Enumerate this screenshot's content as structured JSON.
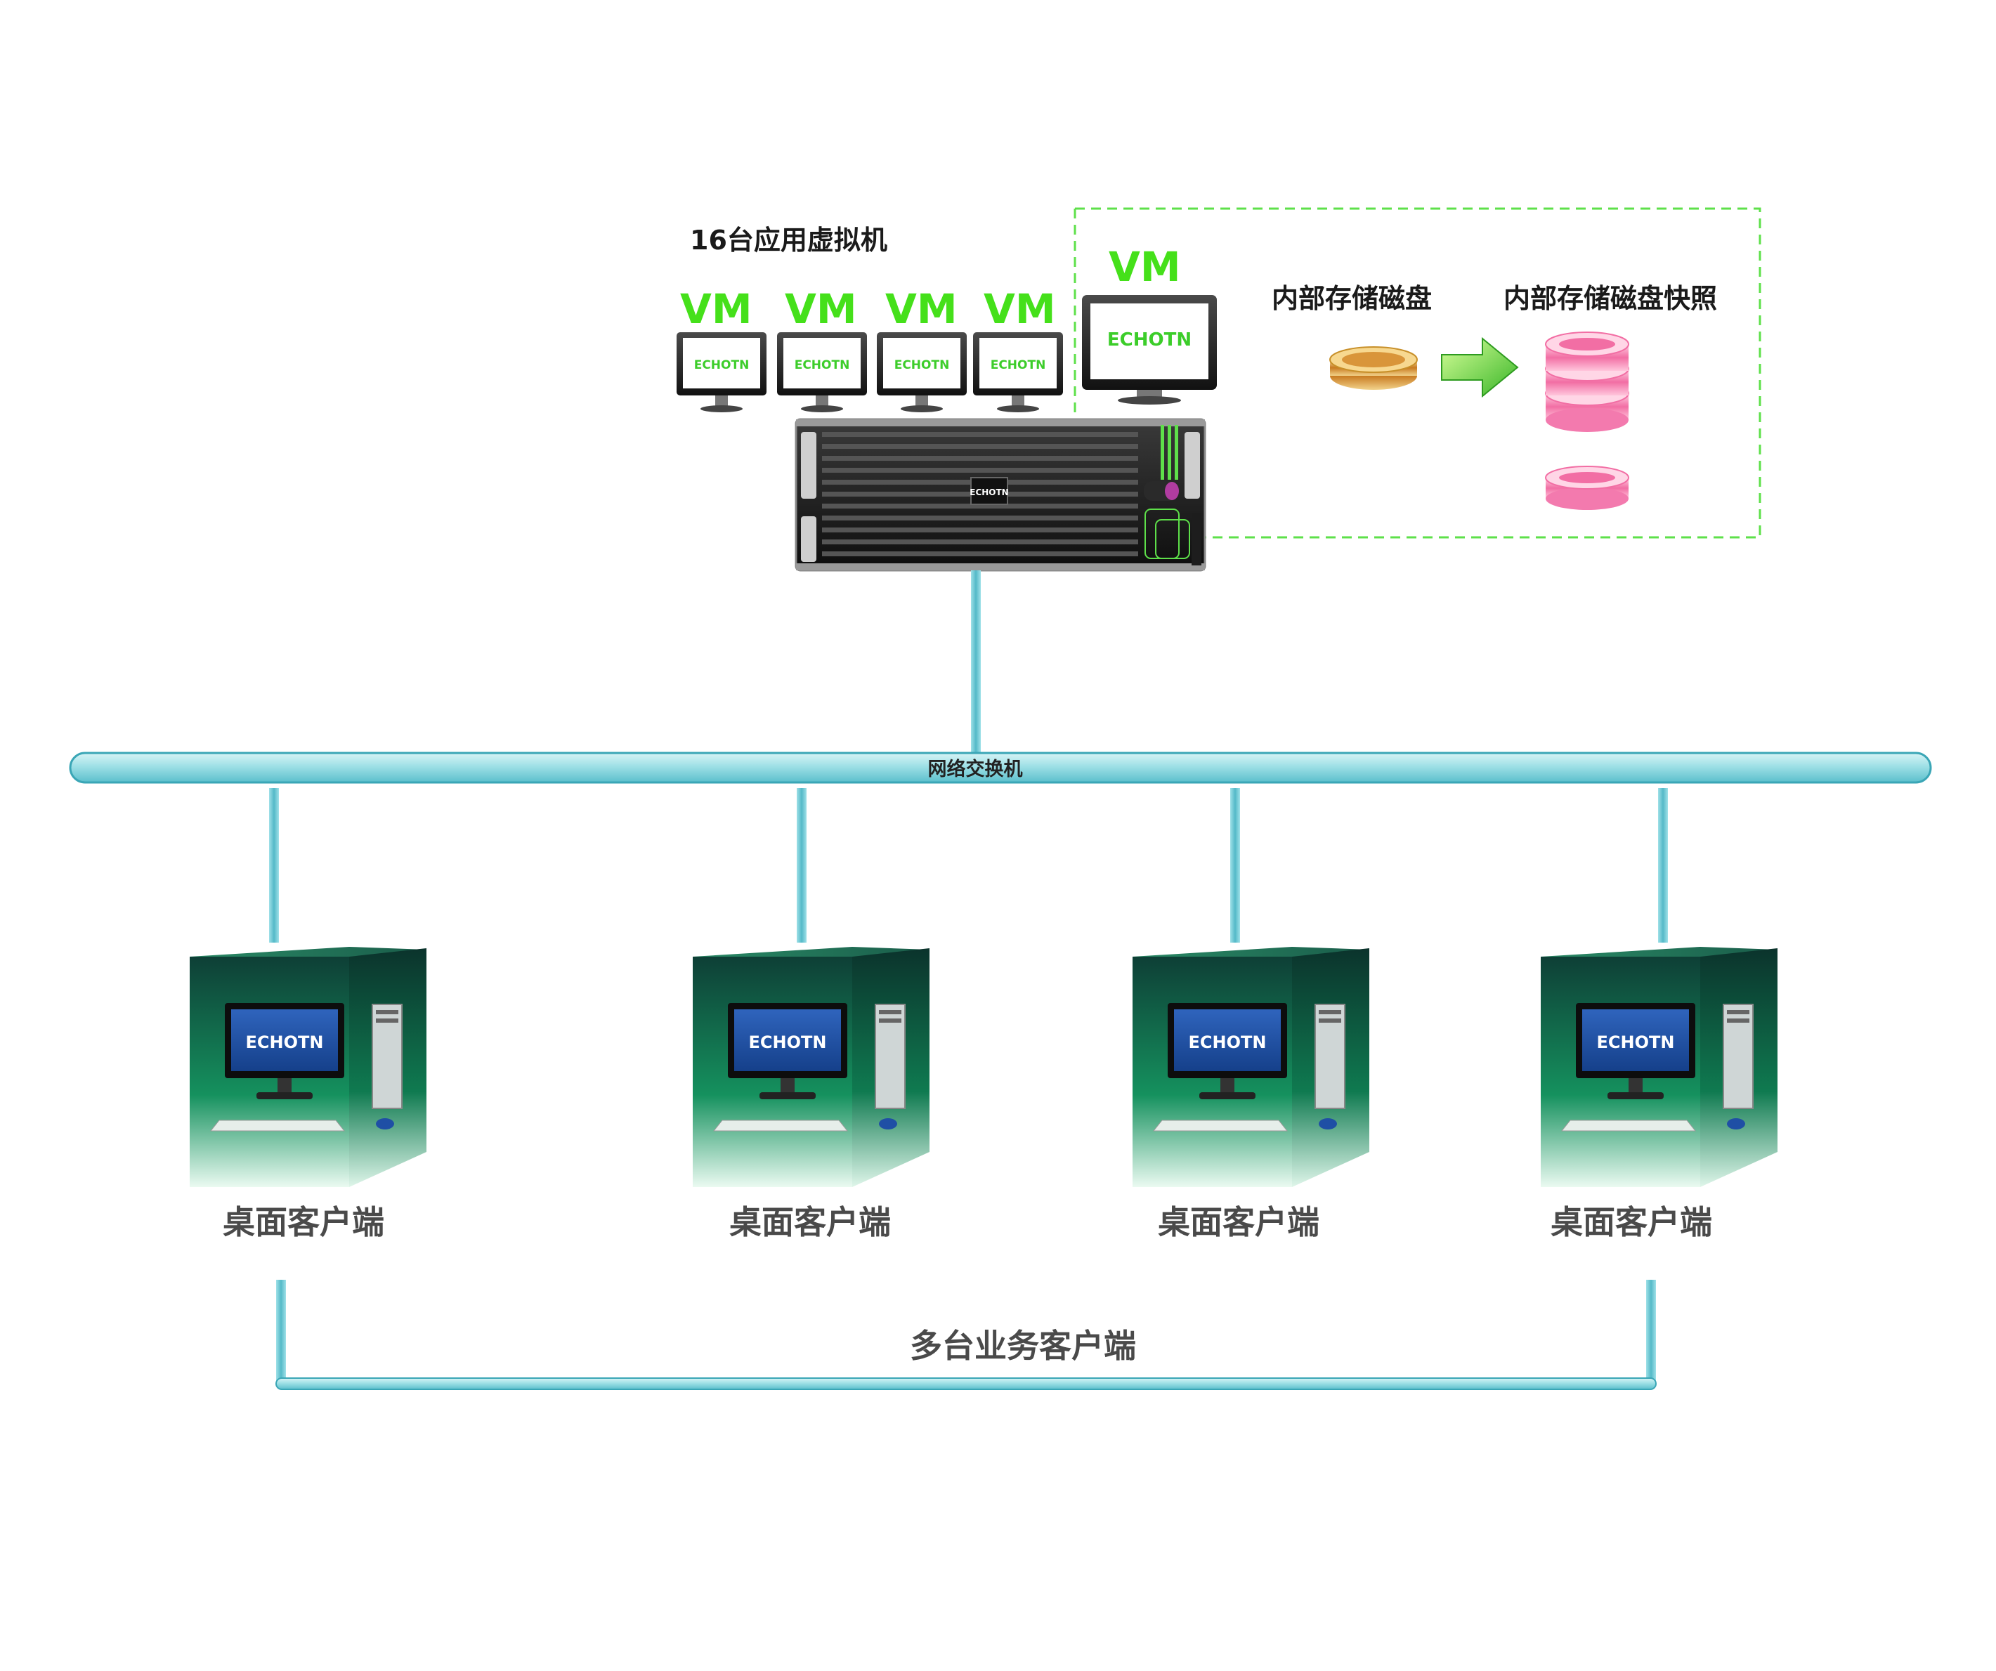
{
  "vm_group_title": "16台应用虚拟机",
  "vm_label": "VM",
  "brand": "ECHOTN",
  "storage": {
    "disk_label": "内部存储磁盘",
    "snapshot_label": "内部存储磁盘快照"
  },
  "switch_label": "网络交换机",
  "clients": [
    {
      "label": "桌面客户端"
    },
    {
      "label": "桌面客户端"
    },
    {
      "label": "桌面客户端"
    },
    {
      "label": "桌面客户端"
    }
  ],
  "client_group_label": "多台业务客户端",
  "colors": {
    "vm_green": "#45e01a",
    "brand_green": "#3ccd2a",
    "dash_green": "#5ee04a",
    "cable": "#7ed2dc",
    "cable_dark": "#3aa6b6",
    "label_gray": "#4a4a4a",
    "client_green": "#16a86a",
    "screen_blue": "#1f4fa5",
    "disk_pink": "#f06aa0",
    "disk_orange": "#e0a040"
  }
}
